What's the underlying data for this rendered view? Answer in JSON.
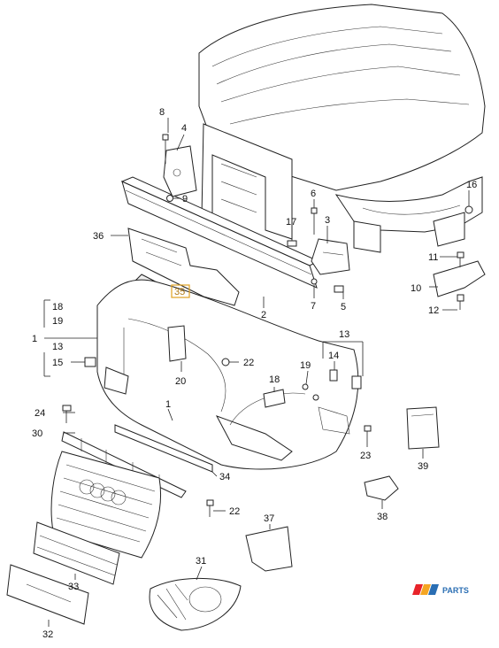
{
  "labels": {
    "p1a": "1",
    "p1b": "1",
    "p2": "2",
    "p3": "3",
    "p4": "4",
    "p5": "5",
    "p6": "6",
    "p7": "7",
    "p8": "8",
    "p9": "9",
    "p10": "10",
    "p11": "11",
    "p12": "12",
    "p13a": "13",
    "p13b": "13",
    "p14": "14",
    "p15": "15",
    "p16": "16",
    "p17": "17",
    "p18a": "18",
    "p18b": "18",
    "p19a": "19",
    "p19b": "19",
    "p20": "20",
    "p22a": "22",
    "p22b": "22",
    "p23": "23",
    "p24": "24",
    "p30": "30",
    "p31": "31",
    "p32": "32",
    "p33": "33",
    "p34": "34",
    "p35": "35",
    "p36": "36",
    "p37": "37",
    "p38": "38",
    "p39": "39"
  },
  "logo": {
    "text": "PARTS",
    "colors": [
      "#e8232a",
      "#f5a623",
      "#2a6eb3"
    ]
  },
  "highlight_color": "#e0a020"
}
